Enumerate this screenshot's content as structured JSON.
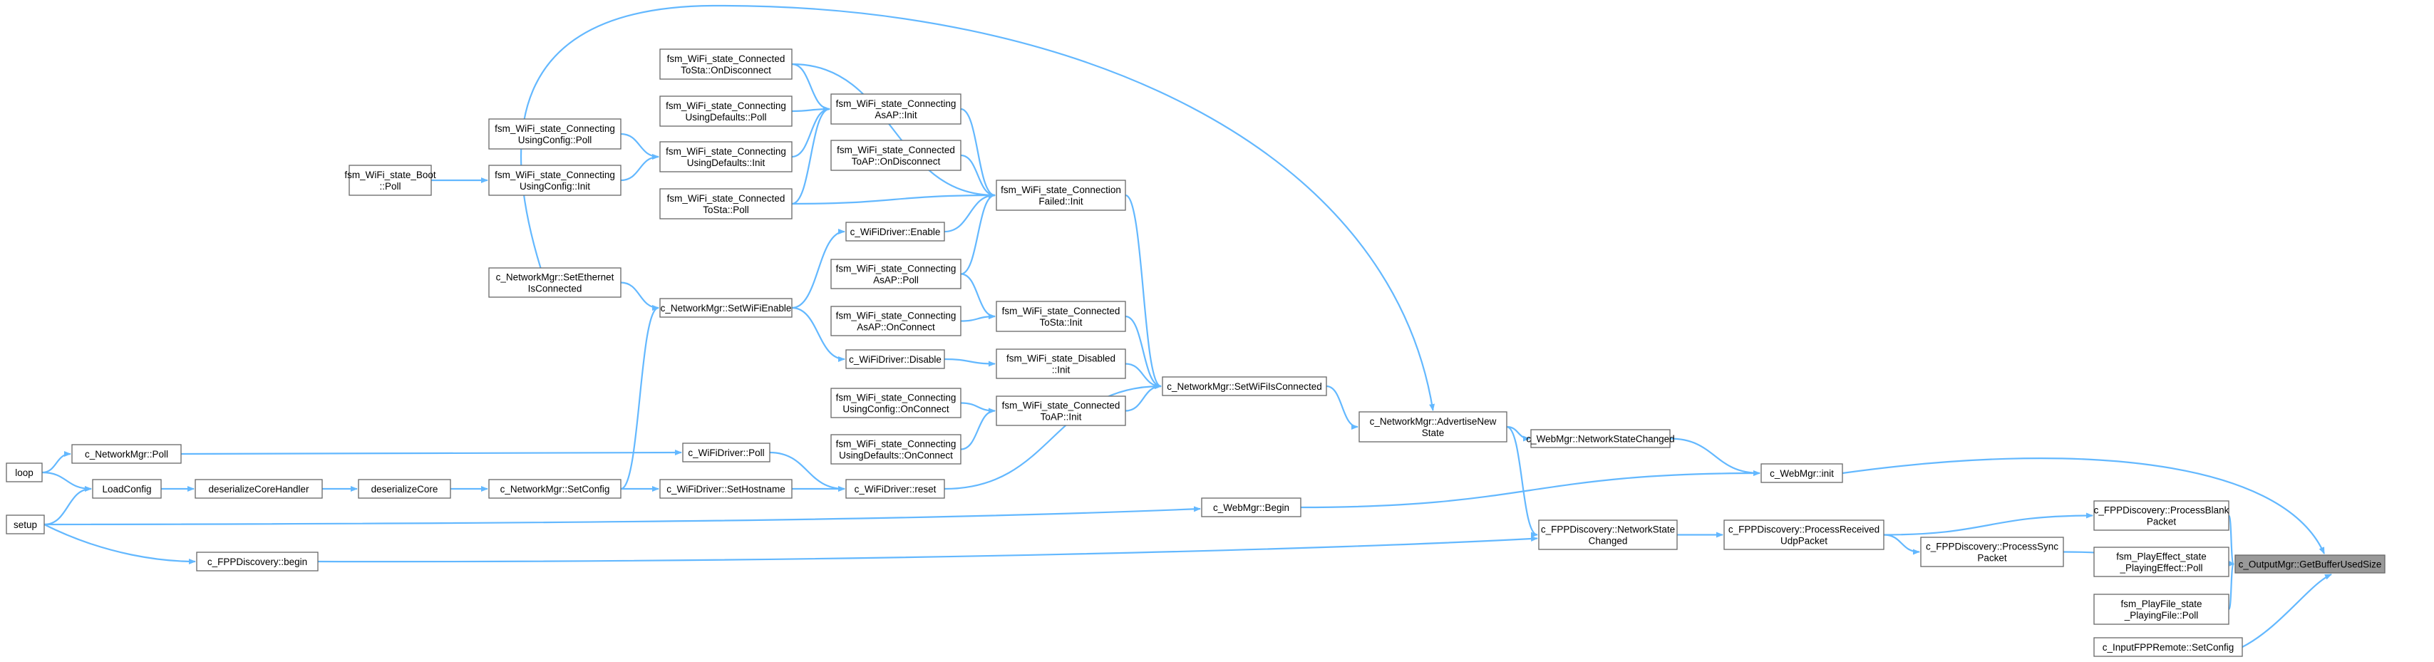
{
  "colors": {
    "edge": "#63b8ff",
    "node_border": "#666666",
    "highlight": "#999999"
  },
  "nodes": {
    "n1": {
      "lines": [
        "c_OutputMgr::GetBufferUsedSize"
      ],
      "highlight": true
    },
    "n2": {
      "lines": [
        "c_FPPDiscovery::ProcessBlank",
        "Packet"
      ]
    },
    "n3": {
      "lines": [
        "fsm_PlayEffect_state",
        "_PlayingEffect::Poll"
      ]
    },
    "n4": {
      "lines": [
        "fsm_PlayFile_state",
        "_PlayingFile::Poll"
      ]
    },
    "n5": {
      "lines": [
        "c_InputFPPRemote::SetConfig"
      ]
    },
    "n6": {
      "lines": [
        "c_WebMgr::init"
      ]
    },
    "n7": {
      "lines": [
        "c_FPPDiscovery::ProcessSync",
        "Packet"
      ]
    },
    "n8": {
      "lines": [
        "c_FPPDiscovery::ProcessReceived",
        "UdpPacket"
      ]
    },
    "n9": {
      "lines": [
        "c_WebMgr::NetworkStateChanged"
      ]
    },
    "n10": {
      "lines": [
        "c_FPPDiscovery::NetworkState",
        "Changed"
      ]
    },
    "n11": {
      "lines": [
        "c_NetworkMgr::AdvertiseNew",
        "State"
      ]
    },
    "n12": {
      "lines": [
        "c_NetworkMgr::SetWiFiIsConnected"
      ]
    },
    "n13": {
      "lines": [
        "fsm_WiFi_state_Connection",
        "Failed::Init"
      ]
    },
    "n14": {
      "lines": [
        "fsm_WiFi_state_Connected",
        "ToSta::Init"
      ]
    },
    "n15": {
      "lines": [
        "fsm_WiFi_state_Disabled",
        "::Init"
      ]
    },
    "n16": {
      "lines": [
        "fsm_WiFi_state_Connected",
        "ToAP::Init"
      ]
    },
    "n17": {
      "lines": [
        "c_WiFiDriver::reset"
      ]
    },
    "n18": {
      "lines": [
        "c_WiFiDriver::Enable"
      ]
    },
    "n19": {
      "lines": [
        "c_WiFiDriver::Disable"
      ]
    },
    "n20": {
      "lines": [
        "fsm_WiFi_state_Connecting",
        "AsAP::Init"
      ]
    },
    "n21": {
      "lines": [
        "fsm_WiFi_state_Connected",
        "ToSta::OnDisconnect"
      ]
    },
    "n22": {
      "lines": [
        "fsm_WiFi_state_Connecting",
        "UsingDefaults::Poll"
      ]
    },
    "n23": {
      "lines": [
        "fsm_WiFi_state_Connecting",
        "UsingDefaults::Init"
      ]
    },
    "n24": {
      "lines": [
        "fsm_WiFi_state_Connecting",
        "UsingConfig::Poll"
      ]
    },
    "n25": {
      "lines": [
        "fsm_WiFi_state_Connecting",
        "UsingConfig::Init"
      ]
    },
    "n26": {
      "lines": [
        "fsm_WiFi_state_Boot",
        "::Poll"
      ]
    },
    "n27": {
      "lines": [
        "fsm_WiFi_state_Connected",
        "ToAP::OnDisconnect"
      ]
    },
    "n28": {
      "lines": [
        "fsm_WiFi_state_Connected",
        "ToSta::Poll"
      ]
    },
    "n29": {
      "lines": [
        "fsm_WiFi_state_Connecting",
        "AsAP::Poll"
      ]
    },
    "n30": {
      "lines": [
        "fsm_WiFi_state_Connecting",
        "AsAP::OnConnect"
      ]
    },
    "n31": {
      "lines": [
        "fsm_WiFi_state_Connecting",
        "UsingConfig::OnConnect"
      ]
    },
    "n32": {
      "lines": [
        "fsm_WiFi_state_Connecting",
        "UsingDefaults::OnConnect"
      ]
    },
    "n33": {
      "lines": [
        "c_NetworkMgr::SetWiFiEnable"
      ]
    },
    "n34": {
      "lines": [
        "c_NetworkMgr::SetEthernet",
        "IsConnected"
      ]
    },
    "n35": {
      "lines": [
        "c_WiFiDriver::Poll"
      ]
    },
    "n36": {
      "lines": [
        "c_WiFiDriver::SetHostname"
      ]
    },
    "n37": {
      "lines": [
        "c_NetworkMgr::SetConfig"
      ]
    },
    "n38": {
      "lines": [
        "deserializeCore"
      ]
    },
    "n39": {
      "lines": [
        "deserializeCoreHandler"
      ]
    },
    "n40": {
      "lines": [
        "LoadConfig"
      ]
    },
    "n41": {
      "lines": [
        "loop"
      ]
    },
    "n42": {
      "lines": [
        "setup"
      ]
    },
    "n43": {
      "lines": [
        "c_NetworkMgr::Poll"
      ]
    },
    "n44": {
      "lines": [
        "c_WebMgr::Begin"
      ]
    },
    "n45": {
      "lines": [
        "c_FPPDiscovery::begin"
      ]
    }
  },
  "edges": [
    [
      "n2",
      "n1"
    ],
    [
      "n3",
      "n1"
    ],
    [
      "n4",
      "n1"
    ],
    [
      "n5",
      "n1"
    ],
    [
      "n6",
      "n1"
    ],
    [
      "n7",
      "n1"
    ],
    [
      "n8",
      "n2"
    ],
    [
      "n8",
      "n7"
    ],
    [
      "n10",
      "n8"
    ],
    [
      "n11",
      "n10"
    ],
    [
      "n11",
      "n9"
    ],
    [
      "n9",
      "n6"
    ],
    [
      "n12",
      "n11"
    ],
    [
      "n34",
      "n11"
    ],
    [
      "n45",
      "n10"
    ],
    [
      "n44",
      "n6"
    ],
    [
      "n42",
      "n44"
    ],
    [
      "n42",
      "n45"
    ],
    [
      "n13",
      "n12"
    ],
    [
      "n14",
      "n12"
    ],
    [
      "n15",
      "n12"
    ],
    [
      "n16",
      "n12"
    ],
    [
      "n17",
      "n12"
    ],
    [
      "n20",
      "n13"
    ],
    [
      "n21",
      "n13"
    ],
    [
      "n27",
      "n13"
    ],
    [
      "n28",
      "n13"
    ],
    [
      "n18",
      "n13"
    ],
    [
      "n29",
      "n13"
    ],
    [
      "n29",
      "n14"
    ],
    [
      "n30",
      "n14"
    ],
    [
      "n19",
      "n15"
    ],
    [
      "n31",
      "n16"
    ],
    [
      "n32",
      "n16"
    ],
    [
      "n35",
      "n17"
    ],
    [
      "n36",
      "n17"
    ],
    [
      "n33",
      "n18"
    ],
    [
      "n33",
      "n19"
    ],
    [
      "n34",
      "n33"
    ],
    [
      "n37",
      "n33"
    ],
    [
      "n21",
      "n20"
    ],
    [
      "n22",
      "n20"
    ],
    [
      "n23",
      "n20"
    ],
    [
      "n28",
      "n20"
    ],
    [
      "n24",
      "n23"
    ],
    [
      "n25",
      "n23"
    ],
    [
      "n26",
      "n25"
    ],
    [
      "n37",
      "n36"
    ],
    [
      "n38",
      "n37"
    ],
    [
      "n39",
      "n38"
    ],
    [
      "n40",
      "n39"
    ],
    [
      "n41",
      "n40"
    ],
    [
      "n42",
      "n40"
    ],
    [
      "n41",
      "n43"
    ],
    [
      "n43",
      "n35"
    ]
  ]
}
